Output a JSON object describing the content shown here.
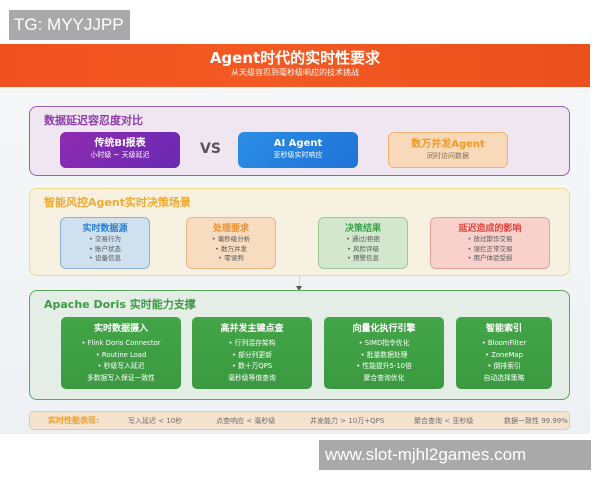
{
  "overlays": {
    "tg_label": "TG: MYYJJPP",
    "watermark": "www.slot-mjhl2games.com"
  },
  "banner": {
    "title": "Agent时代的实时性要求",
    "subtitle": "从天级容忍到毫秒级响应的技术挑战",
    "color": "#f0521f"
  },
  "latency_section": {
    "title": "数据延迟容忍度对比",
    "vs_label": "VS",
    "boxes": [
      {
        "title": "传统BI报表",
        "desc": "小时级 ~ 天级延迟",
        "color": "#7e2ab2"
      },
      {
        "title": "AI Agent",
        "desc": "亚秒级实时响应",
        "color": "#2584e0"
      },
      {
        "title": "数万并发Agent",
        "desc": "同时访问数据",
        "color": "#f8d9b9"
      }
    ]
  },
  "scenario_section": {
    "title": "智能风控Agent实时决策场景",
    "boxes": [
      {
        "title": "实时数据源",
        "items": [
          "• 交易行为",
          "• 账户状态",
          "• 设备信息"
        ],
        "color": "#2d7fd0"
      },
      {
        "title": "处理要求",
        "items": [
          "• 毫秒级分析",
          "• 数万并发",
          "• 零误判"
        ],
        "color": "#f08f2a"
      },
      {
        "title": "决策结果",
        "items": [
          "• 通过/拒绝",
          "• 风险评级",
          "• 预警信息"
        ],
        "color": "#3aa14a"
      },
      {
        "title": "延迟造成的影响",
        "items": [
          "• 放过欺诈交易",
          "• 误拦正常交易",
          "• 用户体验受损"
        ],
        "color": "#e5453c"
      }
    ]
  },
  "doris_section": {
    "title": "Apache Doris 实时能力支撑",
    "boxes": [
      {
        "title": "实时数据摄入",
        "items": [
          "• Flink Doris Connector",
          "• Routine Load",
          "• 秒级写入延迟",
          "多数据写入保证一致性"
        ]
      },
      {
        "title": "高并发主键点查",
        "items": [
          "• 行列混存架构",
          "• 部分列更新",
          "• 数十万QPS",
          "毫秒级等值查询"
        ]
      },
      {
        "title": "向量化执行引擎",
        "items": [
          "• SIMD指令优化",
          "• 批量数据处理",
          "• 性能提升5-10倍",
          "聚合查询优化"
        ]
      },
      {
        "title": "智能索引",
        "items": [
          "• BloomFilter",
          "• ZoneMap",
          "• 倒排索引",
          "自动选择策略"
        ]
      }
    ],
    "color": "#43a447"
  },
  "performance": {
    "label": "实时性能表现:",
    "metrics": [
      "写入延迟 < 10秒",
      "点查响应 < 毫秒级",
      "并发能力 > 10万+QPS",
      "聚合查询 < 亚秒级",
      "数据一致性 99.99%"
    ]
  }
}
